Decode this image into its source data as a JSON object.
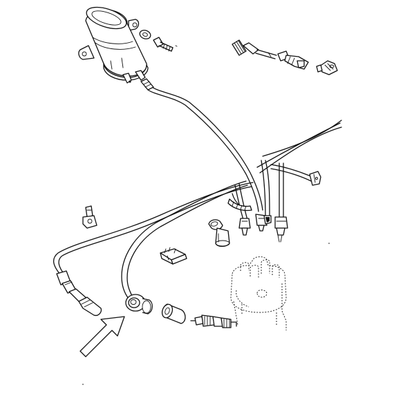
{
  "diagram": {
    "background": "#ffffff",
    "line_color": "#111111",
    "components": [
      "ignition-coil",
      "coil-washer",
      "coil-bolt",
      "ht-lead-connector-set",
      "ht-lead-harness",
      "lead-retaining-clip",
      "lead-clip-small",
      "spark-plug-cap-angled",
      "lead-separator-comb",
      "distributor-cap",
      "spark-plug-boot",
      "grommet",
      "suppressor-sleeve",
      "plug-cap-straight",
      "spark-plug"
    ],
    "callout": {
      "icon": "pointer-arrow-icon",
      "target": "grommet"
    }
  }
}
